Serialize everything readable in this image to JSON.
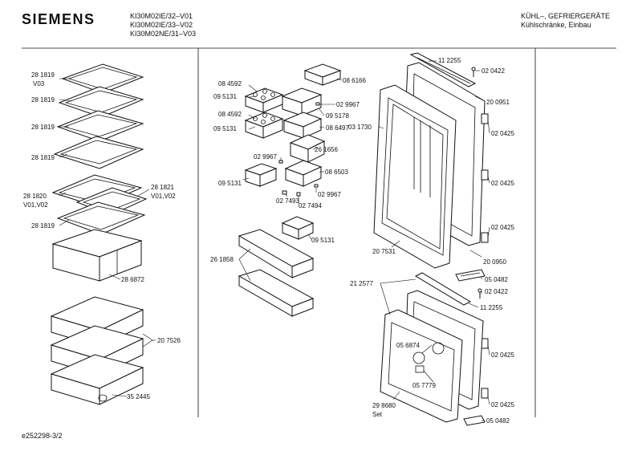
{
  "header": {
    "brand": "SIEMENS",
    "models": [
      "KI30M02IE/32–V01",
      "KI30M02IE/33–V02",
      "KI30M02NE/31–V03"
    ],
    "category": [
      "KÜHL–, GEFRIERGERÄTE",
      "Kühlschränke, Einbau"
    ]
  },
  "footer": {
    "code": "e252298-3/2"
  },
  "labels": {
    "l281819_v03": "28 1819",
    "v03": "V03",
    "l281819_b": "28 1819",
    "l281819_c": "28 1819",
    "l281819_d": "28 1819",
    "l281821": "28 1821",
    "v01v02_r": "V01,V02",
    "l281820": "28 1820",
    "v01v02_l": "V01,V02",
    "l281819_e": "28 1819",
    "l286872": "28 6872",
    "l207526": "20 7526",
    "l352445": "35 2445",
    "l084592_a": "08 4592",
    "l095131_a": "09 5131",
    "l084592_b": "08 4592",
    "l095131_b": "09 5131",
    "l086166": "08 6166",
    "l029967_a": "02 9967",
    "l095178": "09 5178",
    "l086497": "08 6497",
    "l261656": "26 1656",
    "l029967_b": "02 9967",
    "l086503": "08 6503",
    "l095131_c": "09 5131",
    "l029967_c": "02 9967",
    "l027493": "02 7493",
    "l027494": "02 7494",
    "l095131_d": "09 5131",
    "l261858": "26 1858",
    "l112255_a": "11 2255",
    "l020422_a": "02 0422",
    "l200951": "20 0951",
    "l031730": "03 1730",
    "l020425_a": "02 0425",
    "l020425_b": "02 0425",
    "l020425_c": "02 0425",
    "l207531": "20 7531",
    "l200950": "20 0950",
    "l212577": "21  2577",
    "l050482_a": "05 0482",
    "l020422_b": "02 0422",
    "l112255_b": "11 2255",
    "l056874": "05 6874",
    "l020425_d": "02 0425",
    "l057779": "05 7779",
    "l298680": "29  8680",
    "set": "Set",
    "l020425_e": "02 0425",
    "l050482_b": "05 0482"
  }
}
